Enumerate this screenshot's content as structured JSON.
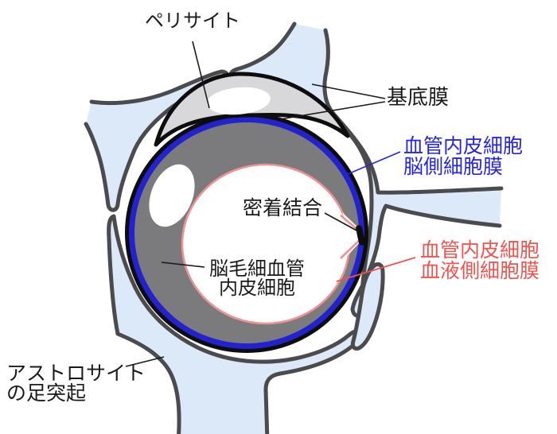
{
  "figure": {
    "title_context": "blood-brain-barrier capillary cross-section diagram",
    "labels": {
      "pericyte": "ペリサイト",
      "basement_membrane": "基底膜",
      "endothelial_brain_line1": "血管内皮細胞",
      "endothelial_brain_line2": "脳側細胞膜",
      "tight_junction": "密着結合",
      "capillary_line1": "脳毛細血管",
      "capillary_line2": "内皮細胞",
      "endothelial_blood_line1": "血管内皮細胞",
      "endothelial_blood_line2": "血液側細胞膜",
      "astrocyte_line1": "アストロサイト",
      "astrocyte_line2": "の足突起"
    },
    "colors": {
      "background": "#ffffff",
      "astrocyte_fill": "#dce9f8",
      "astrocyte_outline": "#4b4b4d",
      "pericyte_fill": "#d8d8da",
      "basement_membrane": "#0d0d0d",
      "brain_side_membrane": "#2323cd",
      "endothelium_fill": "#7b7b7d",
      "blood_side_membrane": "#ee9296",
      "lumen_fill": "#ffffff",
      "label_black": "#1a1a1a",
      "label_blue": "#2525e0",
      "label_red": "#ee544e"
    }
  }
}
